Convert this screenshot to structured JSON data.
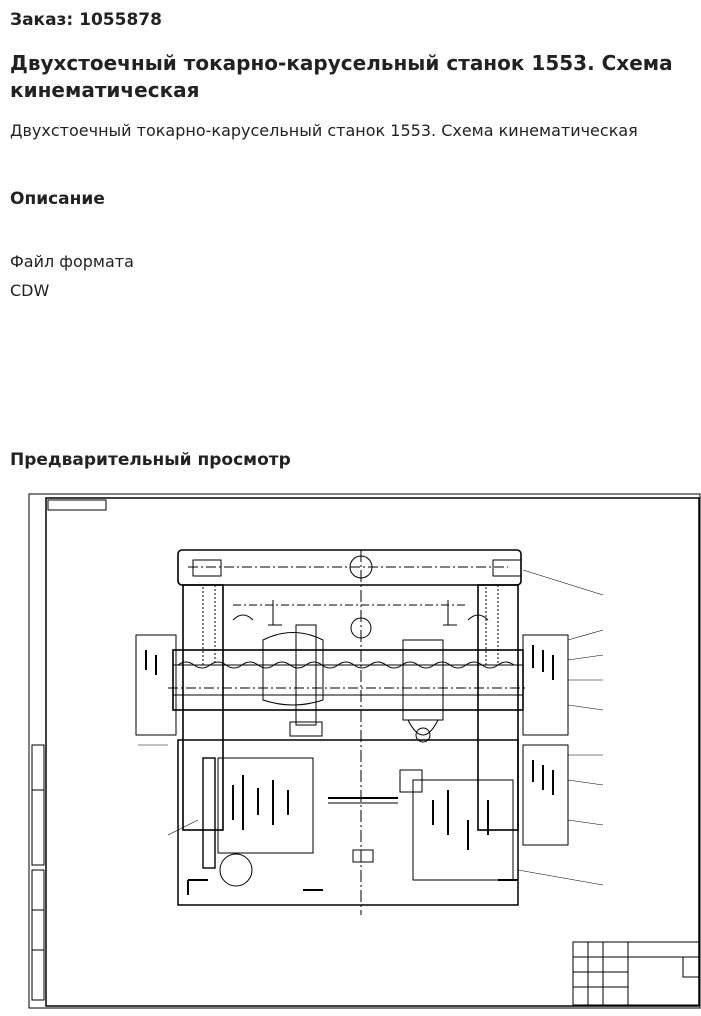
{
  "order": {
    "label": "Заказ: 1055878"
  },
  "product": {
    "title": "Двухстоечный токарно-карусельный станок 1553. Схема кинематическая",
    "description": "Двухстоечный токарно-карусельный станок 1553. Схема кинематическая"
  },
  "sections": {
    "description_heading": "Описание",
    "preview_heading": "Предварительный просмотр"
  },
  "file": {
    "format_label": "Файл формата",
    "format_value": "CDW"
  },
  "preview": {
    "alt": "kinematic-scheme-drawing"
  }
}
